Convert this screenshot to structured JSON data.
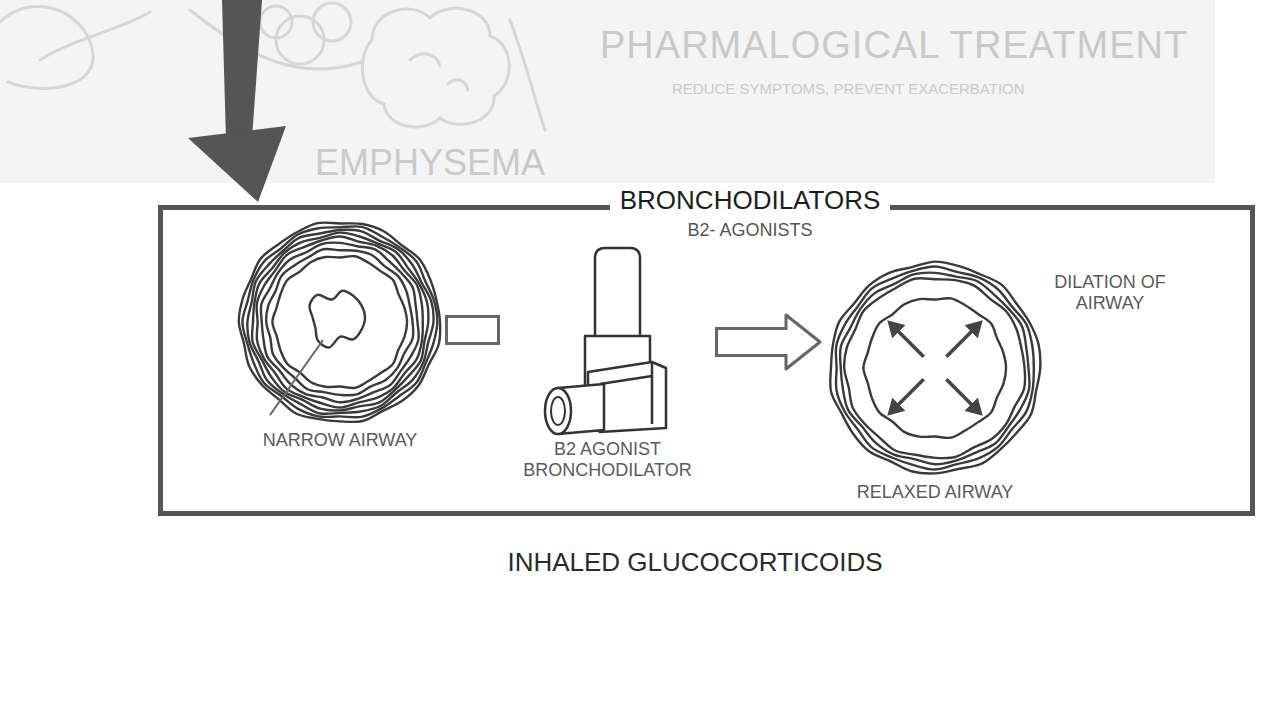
{
  "diagram": {
    "title": "PHARMALOGICAL TREATMENT",
    "nodes": [
      {
        "text": [
          "BRONCHODILATORS",
          "B2- AGONISTS"
        ]
      },
      {
        "text": [
          "NARROW AIRWAY"
        ],
        "in": 0
      },
      {
        "text": [
          "B2 AGONIST BRONCHODILATOR"
        ],
        "in": 0
      },
      {
        "text": [
          "RELAXED AIRWAY"
        ],
        "in": 0
      }
    ],
    "edges": [
      {
        "from": 1,
        "to": 2,
        "arrow": "none"
      },
      {
        "from": 2,
        "to": 3,
        "arrow": "to"
      }
    ],
    "labels": [
      "EMPHYSEMA",
      "REDUCE SYMPTOMS, PREVENT EXACERBATION",
      "DILATION OF AIRWAY",
      "INHALED GLUCOCORTICOIDS"
    ]
  }
}
